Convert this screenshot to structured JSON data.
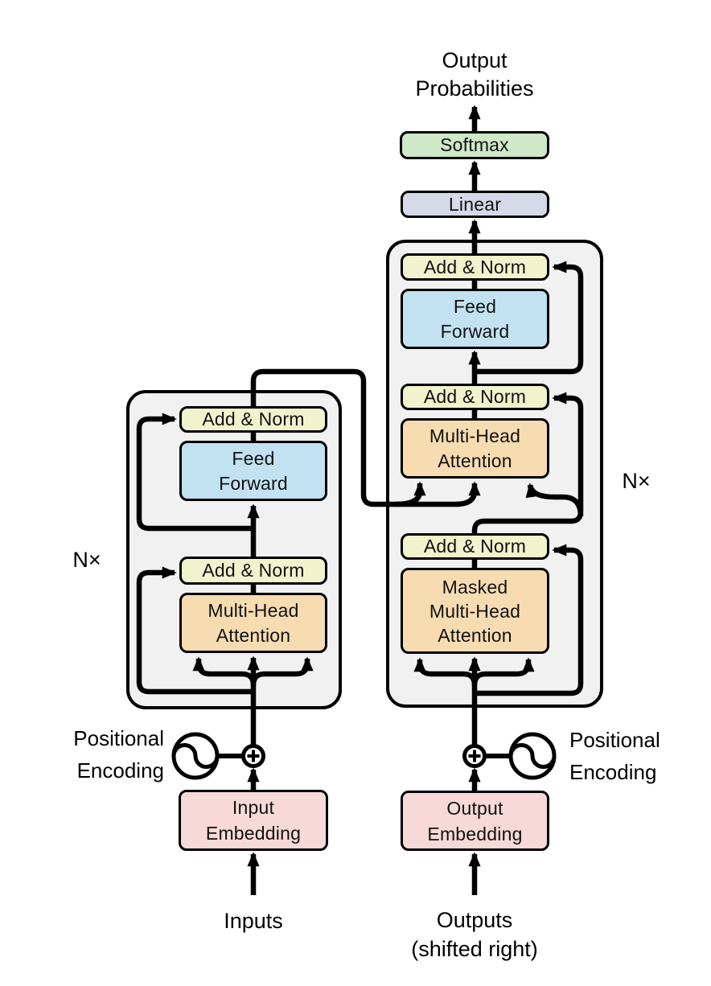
{
  "colors": {
    "yellow": "#f1f3cd",
    "blue": "#c2e2f2",
    "orange": "#f7dcb2",
    "green": "#cee8c8",
    "purple": "#d6d9e8",
    "pink": "#f6d9d8",
    "grey": "#f1f1f1"
  },
  "output_head": {
    "probabilities_label": "Output\nProbabilities",
    "softmax_label": "Softmax",
    "linear_label": "Linear"
  },
  "encoder": {
    "repeat_label": "N×",
    "add_norm_top_label": "Add & Norm",
    "feed_forward_label": "Feed\nForward",
    "add_norm_bottom_label": "Add & Norm",
    "attention_label": "Multi-Head\nAttention",
    "positional_label": "Positional\nEncoding",
    "embedding_label": "Input\nEmbedding",
    "input_label": "Inputs"
  },
  "decoder": {
    "repeat_label": "N×",
    "add_norm_top_label": "Add & Norm",
    "feed_forward_label": "Feed\nForward",
    "add_norm_mid_label": "Add & Norm",
    "cross_attention_label": "Multi-Head\nAttention",
    "add_norm_bottom_label": "Add & Norm",
    "masked_attention_label": "Masked\nMulti-Head\nAttention",
    "positional_label": "Positional\nEncoding",
    "embedding_label": "Output\nEmbedding",
    "output_label": "Outputs\n(shifted right)"
  }
}
